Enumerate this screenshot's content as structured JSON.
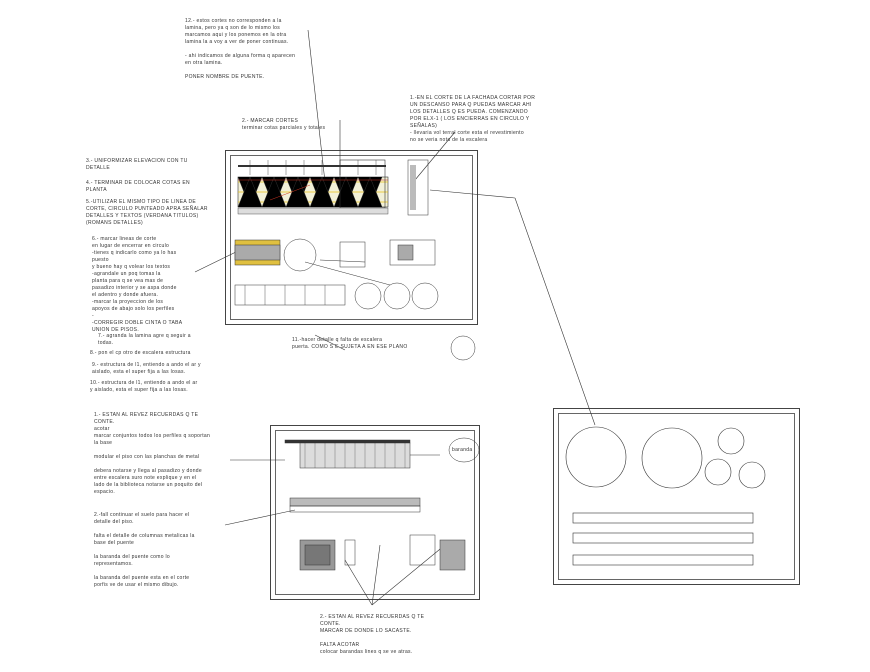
{
  "notes": {
    "n12": "12.- estos cortes no corresponden a la\nlamina, pero ya q son de lo mismo los\nmarcamos aqui y los ponemos en la otra\nlamina la a voy a ver de poner continuas.\n\n- ahi indicamos de alguna forma q aparecen\nen otra lamina.\n\nPONER NOMBRE DE PUENTE.",
    "n2": "2.- MARCAR CORTES\nterminar cotas parciales y totales",
    "n1_top": "1.-EN EL CORTE DE LA FACHADA CORTAR POR\nUN DESCANSO PARA Q PUEDAS MARCAR AHI\nLOS DETALLES Q ES PUEDA. COMENZANDO\nPOR ELX-1 ( LOS ENCIERRAS EN CIRCULO Y\nSEÑALAS)\n- llevaria vol terral corte esta el revestimiento\nno se veria nota de la escalera",
    "n3": "3.- UNIFORMIZAR ELEVACION CON TU\nDETALLE",
    "n4": "4.- TERMINAR DE COLOCAR COTAS EN\nPLANTA",
    "n5": "5.-UTILIZAR EL MISMO TIPO DE LINEA DE\nCORTE, CIRCULO PUNTEADO APRA SEÑALAR\nDETALLES Y TEXTOS (VERDANA TITULOS)\n(ROMANS DETALLES)",
    "n6": "6.- marcar lineas de corte\nen lugar de encerrar en circulo\n-tienes q indicarlo como ya lo has\npuesto\ny bueno hay q volear los textos\n-agrandale un poq tomas la\nplanta para q se vea mas de\npasadizo interior y se aspa donde\nel adentro y donde afuera.\n-marcar la proyeccion de los\napoyos de abajo solo los perfiles\n-\n-CORREGIR DOBLE CINTA O TABA\nUNION DE PISOS.",
    "n7": "7.- agranda la lamina agre q seguir a\ntodas.",
    "n8": "8.- pon el cp otro de escalera estructura",
    "n9": "9.- estructura de l1, entiendo a ando el ar y\naislado, esta el super fija a las losas.",
    "n10": "10.- estructura de l1, entiendo a ando el ar\ny aislado, esta el super fija a las losas.",
    "n11": "11.-hacer detalle q falta de escalera\npuerta. COMO S E SUJETA A EN ESE PLANO",
    "n1_mid": "1.- ESTAN AL REVEZ RECUERDAS Q TE\nCONTE.\nacotar\nmarcar conjuntos todos los perfiles q soportan\nla base\n\nmodular el piso con las planchas de metal\n\ndebera notarse y llega al pasadizo y donde\nentre escalera suro note explique y en el\nlado de la biblioteca notarse un poquito del\nespacio.",
    "n2_mid": "2.-fall continuar el suelo para hacer el\ndetalle del piso.\n\nfalta el detalle de columnas metalicas la\nbase del puente\n\nla baranda del puente  como lo\nrepresentamos.\n\nla baranda del puente esta en el corte\nporfis ve de usar el mismo dibujo.",
    "n2_bot": "2.- ESTAN AL REVEZ RECUERDAS Q TE\nCONTE.\nMARCAR DE DONDE LO SACASTE.\n\nFALTA ACOTAR\ncolocar barandas lines q se ve atras.",
    "baranda": "baranda"
  },
  "colors": {
    "line": "#333333",
    "sheet_border": "#444444",
    "highlight_yellow": "#e8c21a",
    "highlight_red": "#cc3322"
  }
}
